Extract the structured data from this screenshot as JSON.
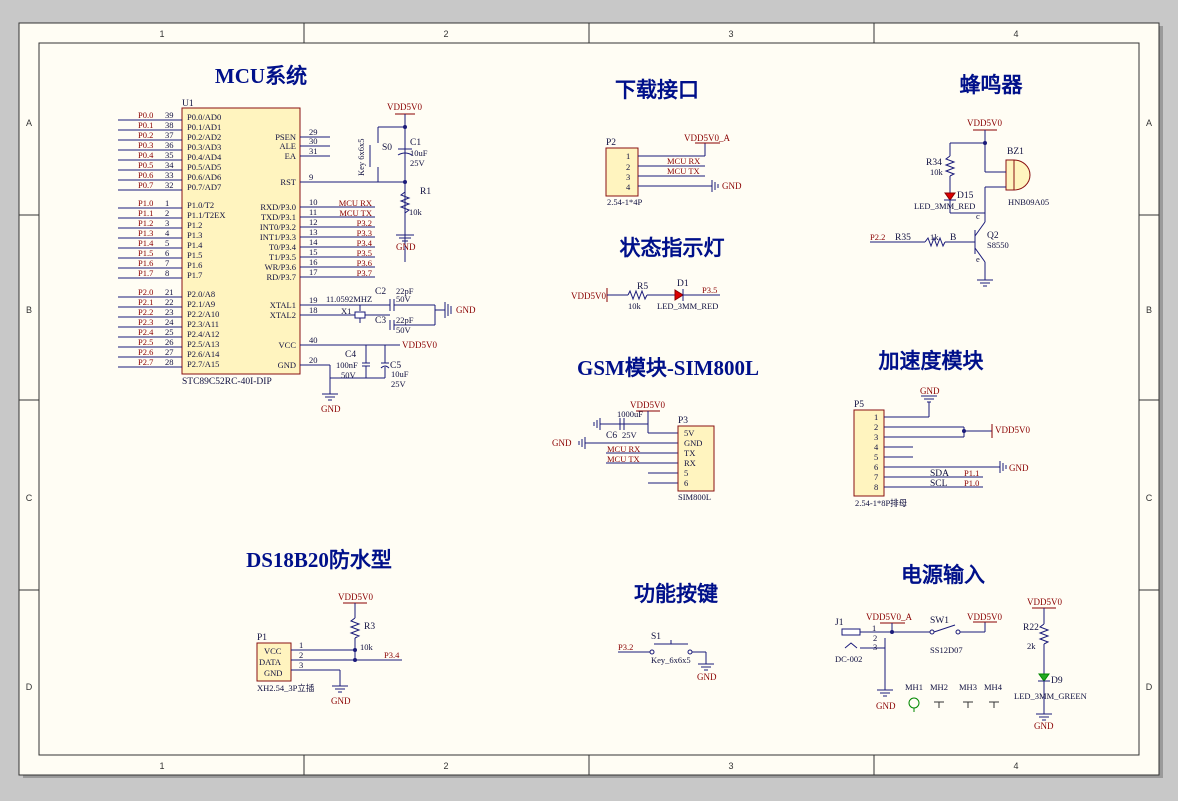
{
  "zones": {
    "cols": [
      "1",
      "2",
      "3",
      "4"
    ],
    "rows": [
      "A",
      "B",
      "C",
      "D"
    ]
  },
  "titles": {
    "mcu": "MCU系统",
    "download": "下载接口",
    "buzzer": "蜂鸣器",
    "status": "状态指示灯",
    "gsm": "GSM模块-SIM800L",
    "accel": "加速度模块",
    "ds18b20": "DS18B20防水型",
    "key": "功能按键",
    "power": "电源输入"
  },
  "mcu": {
    "ref": "U1",
    "part": "STC89C52RC-40I-DIP",
    "left_pins": [
      {
        "num": "39",
        "name": "P0.0/AD0",
        "net": "P0.0"
      },
      {
        "num": "38",
        "name": "P0.1/AD1",
        "net": "P0.1"
      },
      {
        "num": "37",
        "name": "P0.2/AD2",
        "net": "P0.2"
      },
      {
        "num": "36",
        "name": "P0.3/AD3",
        "net": "P0.3"
      },
      {
        "num": "35",
        "name": "P0.4/AD4",
        "net": "P0.4"
      },
      {
        "num": "34",
        "name": "P0.5/AD5",
        "net": "P0.5"
      },
      {
        "num": "33",
        "name": "P0.6/AD6",
        "net": "P0.6"
      },
      {
        "num": "32",
        "name": "P0.7/AD7",
        "net": "P0.7"
      },
      {
        "num": "1",
        "name": "P1.0/T2",
        "net": "P1.0"
      },
      {
        "num": "2",
        "name": "P1.1/T2EX",
        "net": "P1.1"
      },
      {
        "num": "3",
        "name": "P1.2",
        "net": "P1.2"
      },
      {
        "num": "4",
        "name": "P1.3",
        "net": "P1.3"
      },
      {
        "num": "5",
        "name": "P1.4",
        "net": "P1.4"
      },
      {
        "num": "6",
        "name": "P1.5",
        "net": "P1.5"
      },
      {
        "num": "7",
        "name": "P1.6",
        "net": "P1.6"
      },
      {
        "num": "8",
        "name": "P1.7",
        "net": "P1.7"
      },
      {
        "num": "21",
        "name": "P2.0/A8",
        "net": "P2.0"
      },
      {
        "num": "22",
        "name": "P2.1/A9",
        "net": "P2.1"
      },
      {
        "num": "23",
        "name": "P2.2/A10",
        "net": "P2.2"
      },
      {
        "num": "24",
        "name": "P2.3/A11",
        "net": "P2.3"
      },
      {
        "num": "25",
        "name": "P2.4/A12",
        "net": "P2.4"
      },
      {
        "num": "26",
        "name": "P2.5/A13",
        "net": "P2.5"
      },
      {
        "num": "27",
        "name": "P2.6/A14",
        "net": "P2.6"
      },
      {
        "num": "28",
        "name": "P2.7/A15",
        "net": "P2.7"
      }
    ],
    "right_pins_top": [
      {
        "num": "29",
        "name": "PSEN"
      },
      {
        "num": "30",
        "name": "ALE"
      },
      {
        "num": "31",
        "name": "EA"
      },
      {
        "num": "9",
        "name": "RST"
      }
    ],
    "right_pins_p3": [
      {
        "num": "10",
        "name": "RXD/P3.0",
        "net": "MCU RX"
      },
      {
        "num": "11",
        "name": "TXD/P3.1",
        "net": "MCU TX"
      },
      {
        "num": "12",
        "name": "INT0/P3.2",
        "net": "P3.2"
      },
      {
        "num": "13",
        "name": "INT1/P3.3",
        "net": "P3.3"
      },
      {
        "num": "14",
        "name": "T0/P3.4",
        "net": "P3.4"
      },
      {
        "num": "15",
        "name": "T1/P3.5",
        "net": "P3.5"
      },
      {
        "num": "16",
        "name": "WR/P3.6",
        "net": "P3.6"
      },
      {
        "num": "17",
        "name": "RD/P3.7",
        "net": "P3.7"
      }
    ],
    "right_pins_bottom": [
      {
        "num": "19",
        "name": "XTAL1"
      },
      {
        "num": "18",
        "name": "XTAL2"
      },
      {
        "num": "40",
        "name": "VCC"
      },
      {
        "num": "20",
        "name": "GND"
      }
    ],
    "vdd": "VDD5V0",
    "s0_ref": "S0",
    "s0_part": "Key 6x6x5",
    "c1_ref": "C1",
    "c1_val1": "10uF",
    "c1_val2": "25V",
    "r1_ref": "R1",
    "r1_val": "10k",
    "gnd": "GND",
    "x1_ref": "X1",
    "x1_val": "11.0592MHZ",
    "c2_ref": "C2",
    "c2_val1": "22pF",
    "c2_val2": "50V",
    "c3_ref": "C3",
    "c3_val1": "22pF",
    "c3_val2": "50V",
    "c4_ref": "C4",
    "c4_val1": "100nF",
    "c4_val2": "50V",
    "c5_ref": "C5",
    "c5_val1": "10uF",
    "c5_val2": "25V"
  },
  "download": {
    "ref": "P2",
    "part": "2.54-1*4P",
    "vdd": "VDD5V0_A",
    "pins": [
      "1",
      "2",
      "3",
      "4"
    ],
    "nets": [
      "MCU RX",
      "MCU TX"
    ],
    "gnd": "GND"
  },
  "buzzer": {
    "vdd": "VDD5V0",
    "r34_ref": "R34",
    "r34_val": "10k",
    "led_ref": "D15",
    "led_part": "LED_3MM_RED",
    "bz_ref": "BZ1",
    "bz_part": "HNB09A05",
    "net": "P2.2",
    "r35_ref": "R35",
    "r35_val": "1k",
    "b": "B",
    "c": "c",
    "e": "e",
    "q_ref": "Q2",
    "q_part": "S8550"
  },
  "status": {
    "vdd": "VDD5V0",
    "r_ref": "R5",
    "r_val": "10k",
    "led_ref": "D1",
    "led_part": "LED_3MM_RED",
    "net": "P3.5"
  },
  "gsm": {
    "vdd": "VDD5V0",
    "c6_ref": "C6",
    "c6_val1": "1000uF",
    "c6_val2": "25V",
    "gnd": "GND",
    "ref": "P3",
    "part": "SIM800L",
    "pins": [
      "5V",
      "GND",
      "TX",
      "RX",
      "5",
      "6"
    ],
    "nets": [
      "MCU RX",
      "MCU TX"
    ]
  },
  "accel": {
    "ref": "P5",
    "part": "2.54-1*8P排母",
    "gnd": "GND",
    "vdd": "VDD5V0",
    "pins": [
      "1",
      "2",
      "3",
      "4",
      "5",
      "6",
      "7",
      "8"
    ],
    "sda": "SDA",
    "scl": "SCL",
    "net_sda": "P1.1",
    "net_scl": "P1.0",
    "gnd_right": "GND"
  },
  "ds18b20": {
    "ref": "P1",
    "part": "XH2.54_3P立插",
    "pins": [
      "VCC",
      "DATA",
      "GND"
    ],
    "nums": [
      "1",
      "2",
      "3"
    ],
    "vdd": "VDD5V0",
    "r_ref": "R3",
    "r_val": "10k",
    "net": "P3.4",
    "gnd": "GND"
  },
  "key": {
    "ref": "S1",
    "part": "Key_6x6x5",
    "net": "P3.2",
    "gnd": "GND"
  },
  "power": {
    "j_ref": "J1",
    "j_part": "DC-002",
    "vdd_a": "VDD5V0_A",
    "sw_ref": "SW1",
    "sw_part": "SS12D07",
    "vdd": "VDD5V0",
    "gnd": "GND",
    "nums": [
      "1",
      "2",
      "3"
    ],
    "r_ref": "R22",
    "r_val": "2k",
    "led_ref": "D9",
    "led_part": "LED_3MM_GREEN",
    "vdd2": "VDD5V0",
    "gnd2": "GND",
    "mh": [
      "MH1",
      "MH2",
      "MH3",
      "MH4"
    ]
  },
  "colors": {
    "wire": "#1a1a7a",
    "net": "#8a0000",
    "title": "#00108a",
    "component_fill": "#fff4bf",
    "sheet": "#fffdf4"
  }
}
